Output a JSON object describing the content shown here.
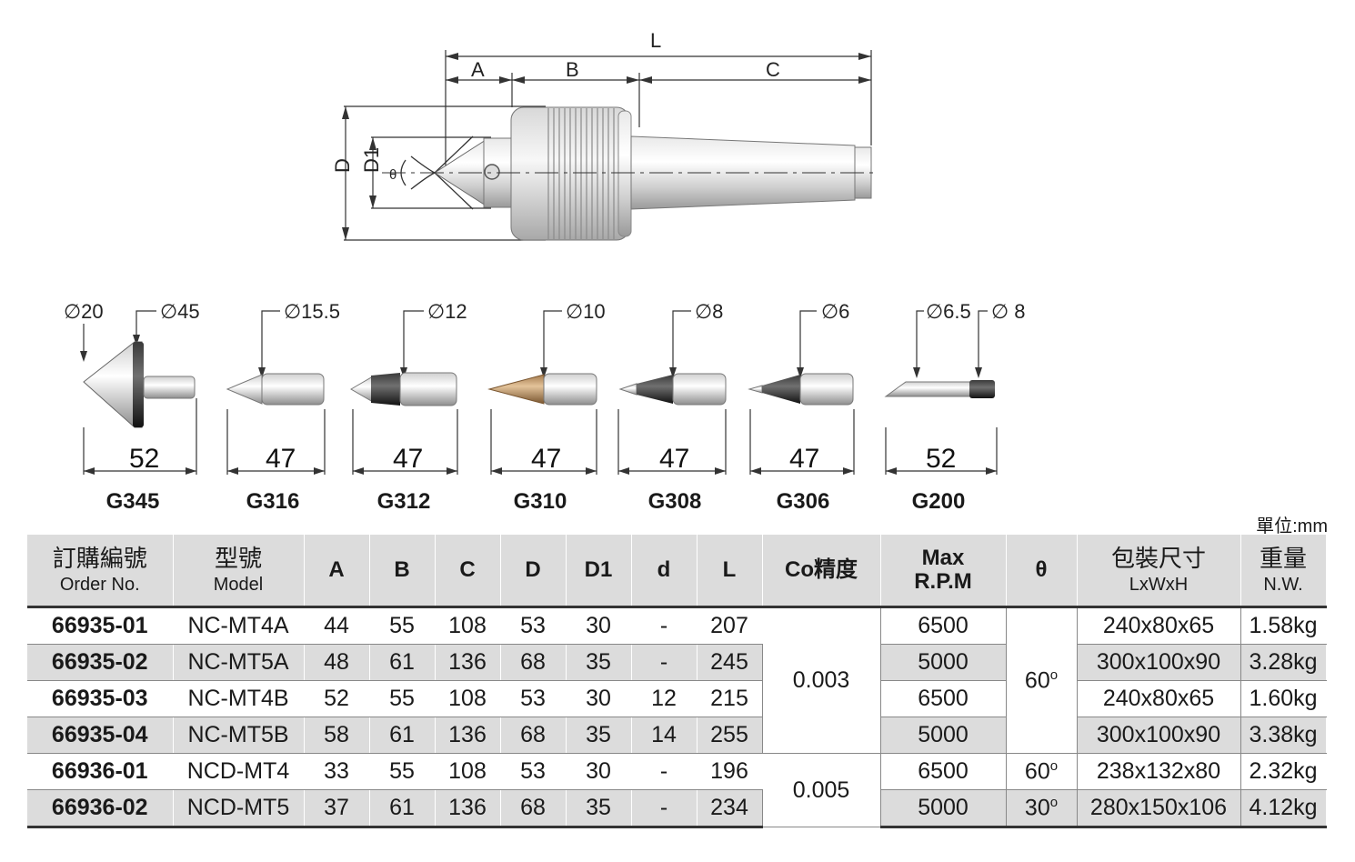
{
  "drawing": {
    "dims": [
      "L",
      "A",
      "B",
      "C",
      "D",
      "D1",
      "θ"
    ]
  },
  "points": [
    {
      "name": "G345",
      "length": "52",
      "dia": [
        "∅20",
        "∅45"
      ]
    },
    {
      "name": "G316",
      "length": "47",
      "dia": [
        "∅15.5"
      ]
    },
    {
      "name": "G312",
      "length": "47",
      "dia": [
        "∅12"
      ]
    },
    {
      "name": "G310",
      "length": "47",
      "dia": [
        "∅10"
      ]
    },
    {
      "name": "G308",
      "length": "47",
      "dia": [
        "∅8"
      ]
    },
    {
      "name": "G306",
      "length": "47",
      "dia": [
        "∅6"
      ]
    },
    {
      "name": "G200",
      "length": "52",
      "dia": [
        "∅6.5",
        "∅ 8"
      ]
    }
  ],
  "unit": "單位:mm",
  "table": {
    "headers": {
      "order_zh": "訂購編號",
      "order_en": "Order No.",
      "model_zh": "型號",
      "model_en": "Model",
      "a": "A",
      "b": "B",
      "c": "C",
      "d": "D",
      "d1": "D1",
      "dd": "d",
      "l": "L",
      "co": "Co精度",
      "rpm1": "Max",
      "rpm2": "R.P.M",
      "theta": "θ",
      "pack_zh": "包裝尺寸",
      "pack_en": "LxWxH",
      "nw_zh": "重量",
      "nw_en": "N.W."
    },
    "rows": [
      {
        "order": "66935-01",
        "model": "NC-MT4A",
        "a": "44",
        "b": "55",
        "c": "108",
        "d": "53",
        "d1": "30",
        "dd": "-",
        "l": "207",
        "rpm": "6500",
        "pack": "240x80x65",
        "nw": "1.58kg"
      },
      {
        "order": "66935-02",
        "model": "NC-MT5A",
        "a": "48",
        "b": "61",
        "c": "136",
        "d": "68",
        "d1": "35",
        "dd": "-",
        "l": "245",
        "rpm": "5000",
        "pack": "300x100x90",
        "nw": "3.28kg"
      },
      {
        "order": "66935-03",
        "model": "NC-MT4B",
        "a": "52",
        "b": "55",
        "c": "108",
        "d": "53",
        "d1": "30",
        "dd": "12",
        "l": "215",
        "rpm": "6500",
        "pack": "240x80x65",
        "nw": "1.60kg"
      },
      {
        "order": "66935-04",
        "model": "NC-MT5B",
        "a": "58",
        "b": "61",
        "c": "136",
        "d": "68",
        "d1": "35",
        "dd": "14",
        "l": "255",
        "rpm": "5000",
        "pack": "300x100x90",
        "nw": "3.38kg"
      },
      {
        "order": "66936-01",
        "model": "NCD-MT4",
        "a": "33",
        "b": "55",
        "c": "108",
        "d": "53",
        "d1": "30",
        "dd": "-",
        "l": "196",
        "rpm": "6500",
        "pack": "238x132x80",
        "nw": "2.32kg"
      },
      {
        "order": "66936-02",
        "model": "NCD-MT5",
        "a": "37",
        "b": "61",
        "c": "136",
        "d": "68",
        "d1": "35",
        "dd": "-",
        "l": "234",
        "rpm": "5000",
        "pack": "280x150x106",
        "nw": "4.12kg"
      }
    ],
    "co_group1": "0.003",
    "co_group2": "0.005",
    "theta_group1": "60",
    "theta_row5": "60",
    "theta_row6": "30",
    "degree": "o"
  },
  "colors": {
    "header_bg": "#dcdcdc",
    "row_shade": "#dcdcdc",
    "brass": "#b58a5a"
  }
}
